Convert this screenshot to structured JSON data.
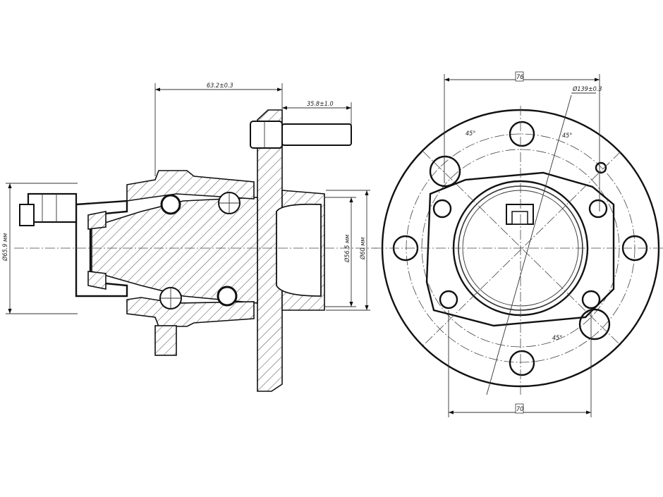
{
  "dimensions": {
    "overall_length": "63.2±0.3",
    "stud_length": "35.8±1.0",
    "sensor_diameter": "Ø65.9 мм",
    "pilot_diameter": "Ø56.5 мм",
    "bore_diameter": "Ø60 мм",
    "bolt_circle": "Ø139±0.3",
    "width_top": "76",
    "width_bottom": "70",
    "angle_top_left": "45°",
    "angle_top_right": "45°",
    "angle_bottom": "45°"
  }
}
